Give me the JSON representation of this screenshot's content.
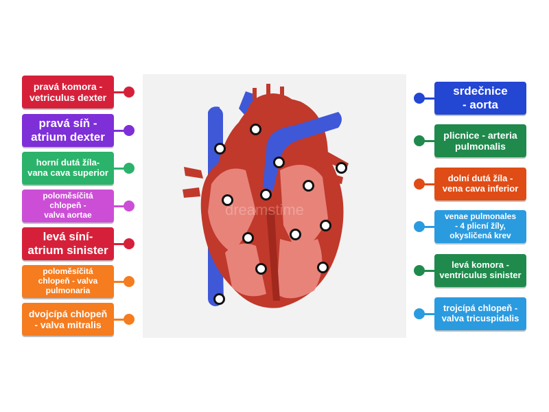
{
  "left_labels": [
    {
      "text": "pravá komora -\nvetriculus dexter",
      "color": "#d6203a"
    },
    {
      "text": "pravá síň -\natrium dexter",
      "color": "#7e2fd8"
    },
    {
      "text": "horní dutá žíla-\nvana cava superior",
      "color": "#2bb36b"
    },
    {
      "text": "poloměsíčitá\nchlopeň -\nvalva aortae",
      "color": "#cc4ed6"
    },
    {
      "text": "levá síní-\natrium sinister",
      "color": "#d6203a"
    },
    {
      "text": "poloměsíčitá\nchlopeň - valva\npulmonaria",
      "color": "#f57c1f"
    },
    {
      "text": "dvojcípá chlopeň\n- valva mitralis",
      "color": "#f57c1f"
    }
  ],
  "right_labels": [
    {
      "text": "srdečnice\n- aorta",
      "color": "#2346d3"
    },
    {
      "text": "plicnice - arteria\npulmonalis",
      "color": "#1f8a4c"
    },
    {
      "text": "dolní dutá žíla -\nvena cava inferior",
      "color": "#e04c16"
    },
    {
      "text": "venae pulmonales\n- 4 plicní žíly,\nokysličená krev",
      "color": "#2b9be0"
    },
    {
      "text": "levá komora -\nventriculus sinister",
      "color": "#1f8a4c"
    },
    {
      "text": "trojcípá chlopeň -\nvalva tricuspidalis",
      "color": "#2b9be0"
    }
  ],
  "watermark": "dreamstime"
}
